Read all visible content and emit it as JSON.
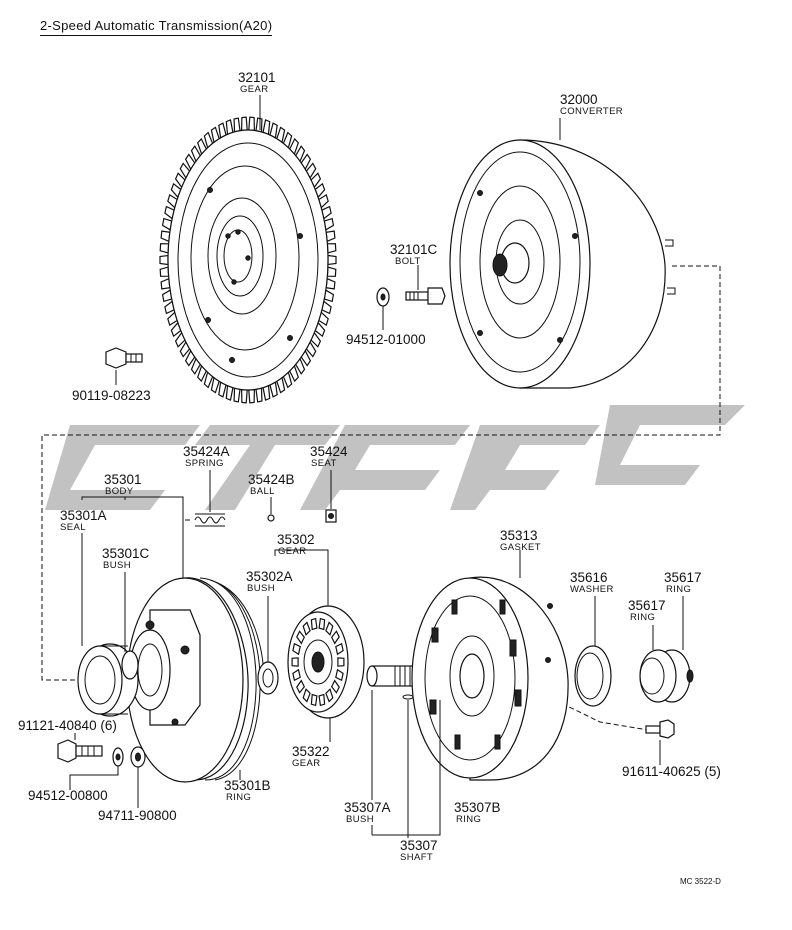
{
  "title": "2-Speed Automatic Transmission(A20)",
  "footnote": "MC 3522-D",
  "labels": {
    "p32101": {
      "code": "32101",
      "name": "GEAR"
    },
    "p32000": {
      "code": "32000",
      "name": "CONVERTER"
    },
    "p32101C": {
      "code": "32101C",
      "name": "BOLT"
    },
    "p94512_01000": {
      "code": "94512-01000"
    },
    "p90119_08223": {
      "code": "90119-08223"
    },
    "p35424A": {
      "code": "35424A",
      "name": "SPRING"
    },
    "p35424B": {
      "code": "35424B",
      "name": "BALL"
    },
    "p35424": {
      "code": "35424",
      "name": "SEAT"
    },
    "p35301": {
      "code": "35301",
      "name": "BODY"
    },
    "p35301A": {
      "code": "35301A",
      "name": "SEAL"
    },
    "p35301C": {
      "code": "35301C",
      "name": "BUSH"
    },
    "p35302": {
      "code": "35302",
      "name": "GEAR"
    },
    "p35302A": {
      "code": "35302A",
      "name": "BUSH"
    },
    "p35313": {
      "code": "35313",
      "name": "GASKET"
    },
    "p35616": {
      "code": "35616",
      "name": "WASHER"
    },
    "p35617a": {
      "code": "35617",
      "name": "RING"
    },
    "p35617b": {
      "code": "35617",
      "name": "RING"
    },
    "p91121": {
      "code": "91121-40840 (6)"
    },
    "p94512_00800": {
      "code": "94512-00800"
    },
    "p94711": {
      "code": "94711-90800"
    },
    "p35322": {
      "code": "35322",
      "name": "GEAR"
    },
    "p35301B": {
      "code": "35301B",
      "name": "RING"
    },
    "p35307A": {
      "code": "35307A",
      "name": "BUSH"
    },
    "p35307B": {
      "code": "35307B",
      "name": "RING"
    },
    "p35307": {
      "code": "35307",
      "name": "SHAFT"
    },
    "p91611": {
      "code": "91611-40625 (5)"
    }
  }
}
